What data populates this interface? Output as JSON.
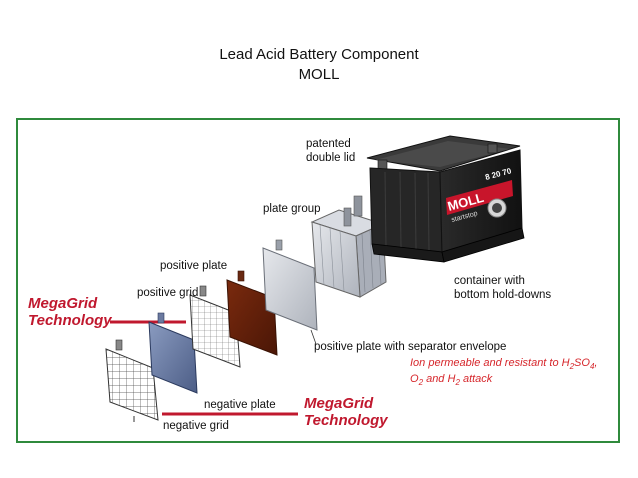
{
  "title": {
    "line1": "Lead Acid Battery Component",
    "line2": "MOLL"
  },
  "labels": {
    "patented_line1": "patented",
    "patented_line2": "double lid",
    "plate_group": "plate group",
    "positive_plate": "positive plate",
    "positive_grid": "positive grid",
    "container_line1": "container with",
    "container_line2": "bottom hold-downs",
    "separator_envelope": "positive plate with separator envelope",
    "negative_plate": "negative plate",
    "negative_grid": "negative grid"
  },
  "megagrid": {
    "line1": "MegaGrid",
    "line2": "Technology"
  },
  "note": {
    "line1_prefix": "Ion permeable and resistant to H",
    "line1_sub1": "2",
    "line1_mid": "SO",
    "line1_sub2": "4",
    "line1_end": ",",
    "line2_o": "O",
    "line2_sub1": "2",
    "line2_and": " and H",
    "line2_sub2": "2",
    "line2_end": " attack"
  },
  "battery_brand": {
    "brand": "MOLL",
    "model": "startstop",
    "code": "8 20 70"
  },
  "colors": {
    "frame": "#2f8a3c",
    "accent_red": "#c0182e",
    "note_red": "#d6262b"
  }
}
